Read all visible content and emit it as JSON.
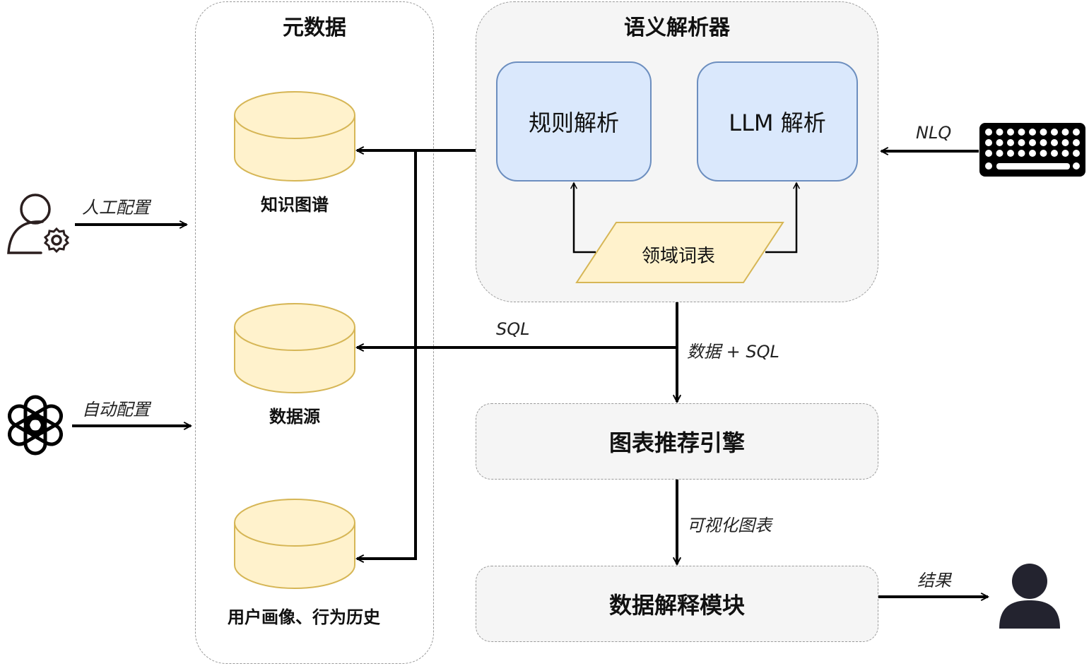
{
  "colors": {
    "cylinder_fill": "#fff2cc",
    "cylinder_stroke": "#d6b656",
    "parser_box_fill": "#dae8fc",
    "parser_box_stroke": "#6c8ebf",
    "container_fill": "#f5f5f5",
    "user_icon": "#23232f"
  },
  "metadata": {
    "title": "元数据",
    "stores": [
      {
        "label": "知识图谱",
        "icon": "database-cylinder"
      },
      {
        "label": "数据源",
        "icon": "database-cylinder"
      },
      {
        "label": "用户画像、行为历史",
        "icon": "database-cylinder"
      }
    ]
  },
  "semantic_parser": {
    "title": "语义解析器",
    "rule_parser": "规则解析",
    "llm_parser": "LLM 解析",
    "domain_vocab": "领域词表"
  },
  "modules": {
    "chart_recommendation": "图表推荐引擎",
    "data_explanation": "数据解释模块"
  },
  "inputs": {
    "manual_config": {
      "label": "人工配置",
      "icon": "user-gear-icon"
    },
    "auto_config": {
      "label": "自动配置",
      "icon": "openai-logo-icon"
    },
    "nlq": {
      "label": "NLQ",
      "icon": "keyboard-icon"
    }
  },
  "edges": {
    "sql": "SQL",
    "data_sql": "数据 + SQL",
    "visual_chart": "可视化图表",
    "result": "结果"
  },
  "output": {
    "icon": "user-icon"
  }
}
